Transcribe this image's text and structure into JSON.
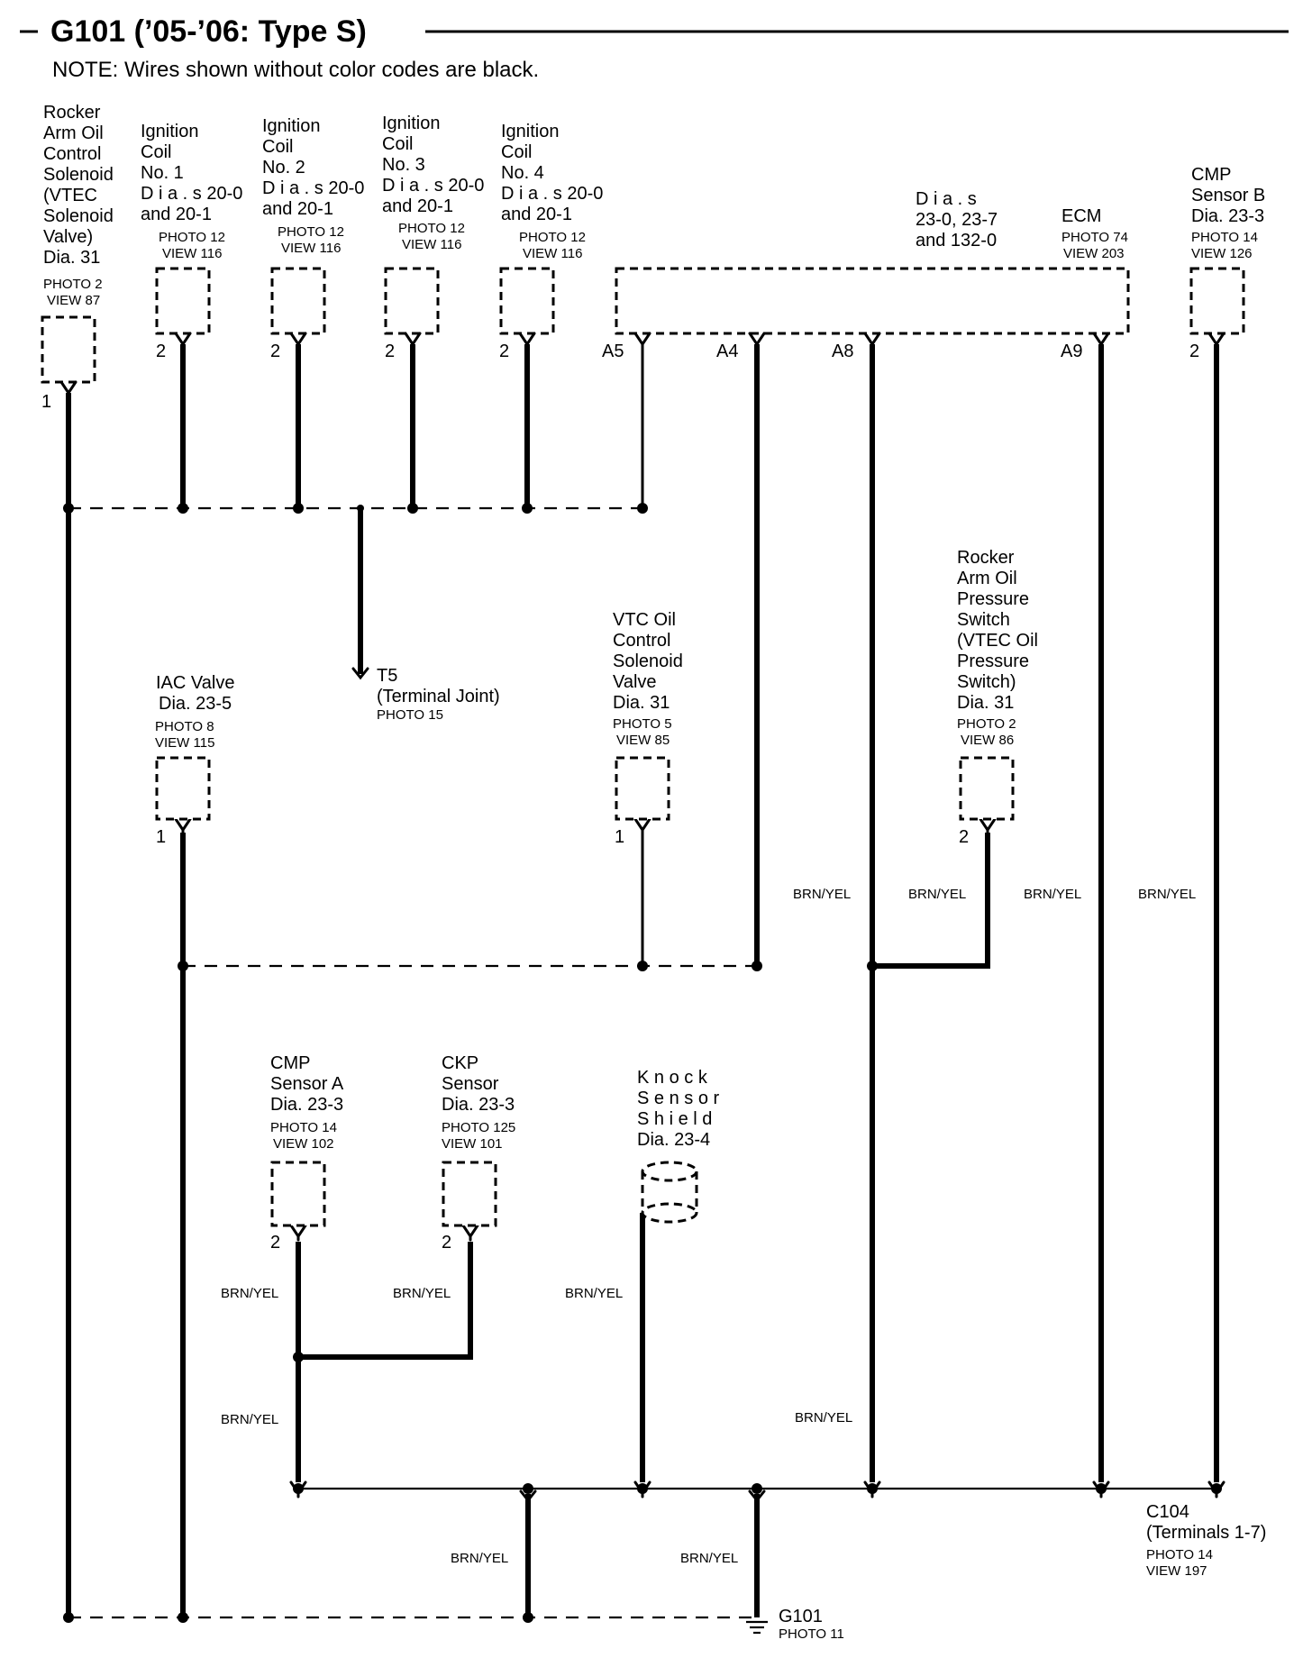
{
  "title": "G101 (’05-’06: Type S)",
  "note": "NOTE: Wires shown without color codes are black.",
  "components": [
    {
      "key": "rocker_solenoid",
      "lines": [
        "Rocker",
        "Arm Oil",
        "Control",
        "Solenoid",
        "(VTEC",
        "Solenoid",
        "Valve)",
        "Dia. 31"
      ],
      "photo": [
        "PHOTO 2",
        "VIEW 87"
      ],
      "pin": "1"
    },
    {
      "key": "coil1",
      "lines": [
        "Ignition",
        "Coil",
        "No. 1",
        "D i a . s 20-0",
        "and 20-1"
      ],
      "photo": [
        "PHOTO 12",
        "VIEW 116"
      ],
      "pin": "2"
    },
    {
      "key": "coil2",
      "lines": [
        "Ignition",
        "Coil",
        "No. 2",
        "D i a . s 20-0",
        "and 20-1"
      ],
      "photo": [
        "PHOTO 12",
        "VIEW 116"
      ],
      "pin": "2"
    },
    {
      "key": "coil3",
      "lines": [
        "Ignition",
        "Coil",
        "No. 3",
        "D i a . s 20-0",
        "and 20-1"
      ],
      "photo": [
        "PHOTO 12",
        "VIEW 116"
      ],
      "pin": "2"
    },
    {
      "key": "coil4",
      "lines": [
        "Ignition",
        "Coil",
        "No. 4",
        "D i a . s 20-0",
        "and 20-1"
      ],
      "photo": [
        "PHOTO 12",
        "VIEW 116"
      ],
      "pin": "2"
    },
    {
      "key": "ecm",
      "lines": [
        "D i a .   s",
        "23-0, 23-7",
        "and 132-0"
      ],
      "name": "ECM",
      "photo": [
        "PHOTO 74",
        "VIEW 203"
      ],
      "pins": [
        "A5",
        "A4",
        "A8",
        "A9"
      ]
    },
    {
      "key": "cmp_b",
      "lines": [
        "CMP",
        "Sensor B",
        "Dia. 23-3"
      ],
      "photo": [
        "PHOTO 14",
        "VIEW  126"
      ],
      "pin": "2"
    },
    {
      "key": "t5",
      "lines": [
        "T5",
        "(Terminal Joint)"
      ],
      "photo": [
        "PHOTO 15"
      ]
    },
    {
      "key": "iac",
      "lines": [
        "IAC Valve",
        "Dia. 23-5"
      ],
      "photo": [
        "PHOTO 8",
        "VIEW 115"
      ],
      "pin": "1"
    },
    {
      "key": "vtc",
      "lines": [
        "VTC Oil",
        "Control",
        "Solenoid",
        "Valve",
        "Dia. 31"
      ],
      "photo": [
        "PHOTO 5",
        "VIEW 85"
      ],
      "pin": "1"
    },
    {
      "key": "rocker_switch",
      "lines": [
        "Rocker",
        "Arm Oil",
        "Pressure",
        "Switch",
        "(VTEC Oil",
        "Pressure",
        "Switch)",
        "Dia. 31"
      ],
      "photo": [
        "PHOTO 2",
        "VIEW 86"
      ],
      "pin": "2"
    },
    {
      "key": "cmp_a",
      "lines": [
        "CMP",
        "Sensor A",
        "Dia. 23-3"
      ],
      "photo": [
        "PHOTO 14",
        "VIEW 102"
      ],
      "pin": "2"
    },
    {
      "key": "ckp",
      "lines": [
        "CKP",
        "Sensor",
        "Dia. 23-3"
      ],
      "photo": [
        "PHOTO 125",
        "VIEW 101"
      ],
      "pin": "2"
    },
    {
      "key": "knock",
      "lines": [
        "K n o c k",
        "S e n s o r",
        "S h i e l d",
        "Dia. 23-4"
      ]
    },
    {
      "key": "c104",
      "lines": [
        "C104",
        "(Terminals 1-7)"
      ],
      "photo": [
        "PHOTO 14",
        "VIEW 197"
      ]
    },
    {
      "key": "g101",
      "lines": [
        "G101"
      ],
      "photo": [
        "PHOTO 11"
      ]
    }
  ],
  "wire_color": "BRN/YEL"
}
